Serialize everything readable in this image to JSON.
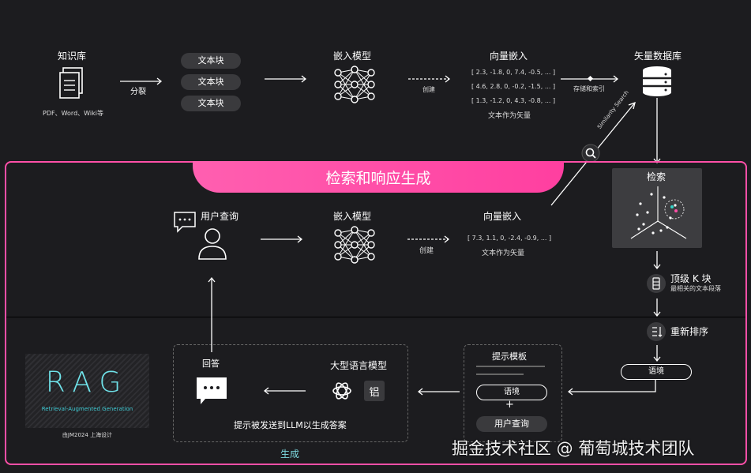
{
  "top": {
    "knowledge_base": "知识库",
    "kb_formats": "PDF、Word、Wiki等",
    "split": "分裂",
    "chunks": [
      "文本块",
      "文本块",
      "文本块"
    ],
    "embed_model": "嵌入模型",
    "create": "创建",
    "vector_embed": "向量嵌入",
    "vectors": [
      "[ 2.3, -1.8, 0, 7.4, -0.5, ... ]",
      "[ 4.6, 2.8, 0, -0.2, -1.5, ... ]",
      "[ 1.3, -1.2, 0, 4.3, -0.8, ... ]"
    ],
    "text_as_vector": "文本作为矢量",
    "store_index": "存储和索引",
    "vector_db": "矢量数据库",
    "similarity": "Similarity Search"
  },
  "section": {
    "title": "检索和响应生成"
  },
  "middle": {
    "user_query": "用户查询",
    "embed_model": "嵌入模型",
    "create": "创建",
    "vector_embed": "向量嵌入",
    "vector": "[ 7.3, 1.1, 0, -2.4, -0.9, ... ]",
    "text_as_vector": "文本作为矢量"
  },
  "right": {
    "retrieve": "检索",
    "topk": "顶级 K 块",
    "topk_sub": "最相关的文本段落",
    "rerank": "重新排序",
    "context": "语境"
  },
  "bottom": {
    "rag_logo": "RAG",
    "rag_sub": "Retrieval-Augmented Generation",
    "rag_credit": "由JM2024 上海设计",
    "answer": "回答",
    "llm": "大型语言模型",
    "llm_glyph": "铝",
    "send_to_llm": "提示被发送到LLM以生成答案",
    "generate": "生成",
    "prompt_template": "提示模板",
    "ctx_pill": "语境",
    "plus": "+",
    "query_pill": "用户查询"
  },
  "watermark": "掘金技术社区 @ 葡萄城技术团队",
  "colors": {
    "accent": "#ff4fa8",
    "bg": "#1c1c1f"
  }
}
